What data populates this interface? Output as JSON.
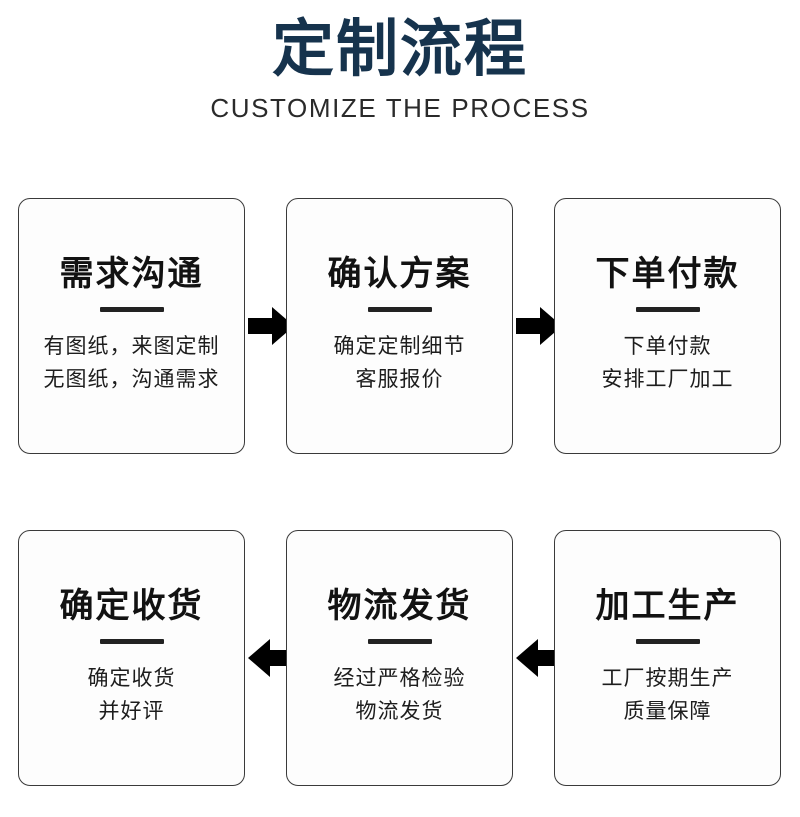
{
  "header": {
    "title": "定制流程",
    "subtitle": "CUSTOMIZE THE PROCESS",
    "title_color": "#16334d",
    "subtitle_color": "#2a2a2a"
  },
  "flow": {
    "rows": [
      {
        "direction": "right",
        "cards": [
          {
            "step": 1,
            "title": "需求沟通",
            "lines": [
              "有图纸，来图定制",
              "无图纸，沟通需求"
            ]
          },
          {
            "step": 2,
            "title": "确认方案",
            "lines": [
              "确定定制细节",
              "客服报价"
            ]
          },
          {
            "step": 3,
            "title": "下单付款",
            "lines": [
              "下单付款",
              "安排工厂加工"
            ]
          }
        ]
      },
      {
        "direction": "left",
        "cards": [
          {
            "step": 6,
            "title": "确定收货",
            "lines": [
              "确定收货",
              "并好评"
            ]
          },
          {
            "step": 5,
            "title": "物流发货",
            "lines": [
              "经过严格检验",
              "物流发货"
            ]
          },
          {
            "step": 4,
            "title": "加工生产",
            "lines": [
              "工厂按期生产",
              "质量保障"
            ]
          }
        ]
      }
    ],
    "arrows": [
      {
        "name": "arrow-right-step1-to-step2",
        "direction": "right"
      },
      {
        "name": "arrow-right-step2-to-step3",
        "direction": "right"
      },
      {
        "name": "arrow-down-step3-to-step4",
        "direction": "down"
      },
      {
        "name": "arrow-left-step4-to-step5",
        "direction": "left"
      },
      {
        "name": "arrow-left-step5-to-step6",
        "direction": "left"
      }
    ],
    "arrow_color": "#000000",
    "card_border_color": "#3a3a3a",
    "card_background": "#fdfdfd",
    "card_text_color": "#121212"
  }
}
